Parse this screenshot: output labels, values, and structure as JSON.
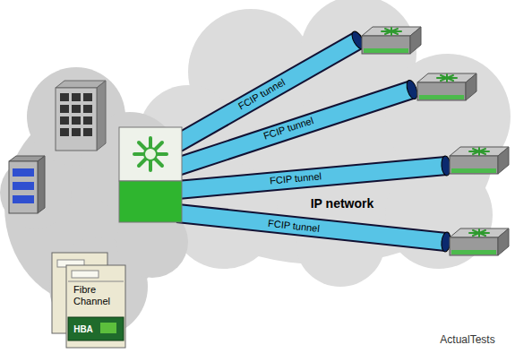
{
  "diagram": {
    "nodes": [
      {
        "text": [
          "Fibre Channel"
        ]
      }
    ],
    "labels": [
      "FCIP tunnel",
      "FCIP tunnel",
      "FCIP tunnel",
      "FCIP tunnel",
      "IP network",
      "HBA",
      "ActualTests"
    ]
  }
}
